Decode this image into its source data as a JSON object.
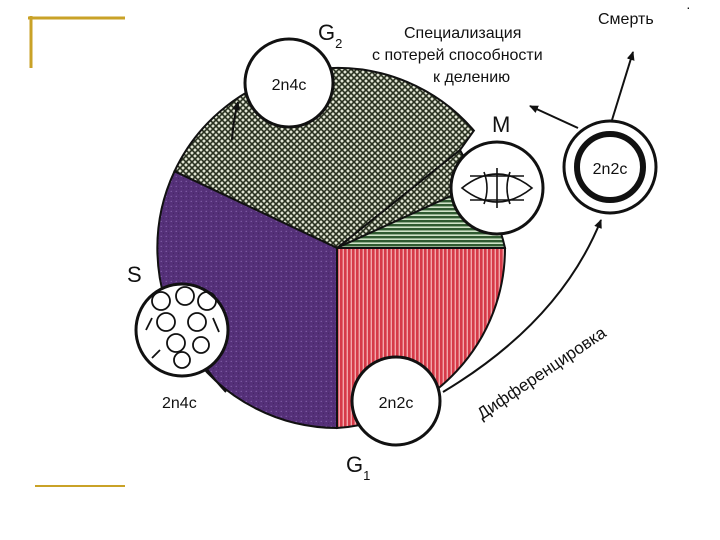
{
  "phases": {
    "g2": {
      "main": "G",
      "sub": "2"
    },
    "m": "M",
    "s": "S",
    "g1": {
      "main": "G",
      "sub": "1"
    }
  },
  "cells": {
    "g2_label": "2n4c",
    "g1_label": "2n2c",
    "s_label": "2n4c",
    "diff_label": "2n2c"
  },
  "text": {
    "specialization_line1": "Специализация",
    "specialization_line2": "с потерей способности",
    "specialization_line3": "к делению",
    "death": "Смерть",
    "differentiation": "Дифференцировка",
    "corner_mark": "·"
  },
  "colors": {
    "g2_sector": "#3f4a34",
    "m_sector": "#3d6b3c",
    "g1_sector": "#d94a55",
    "s_sector": "#55357a",
    "slide_accent": "#c9a227",
    "outline": "#111111"
  }
}
